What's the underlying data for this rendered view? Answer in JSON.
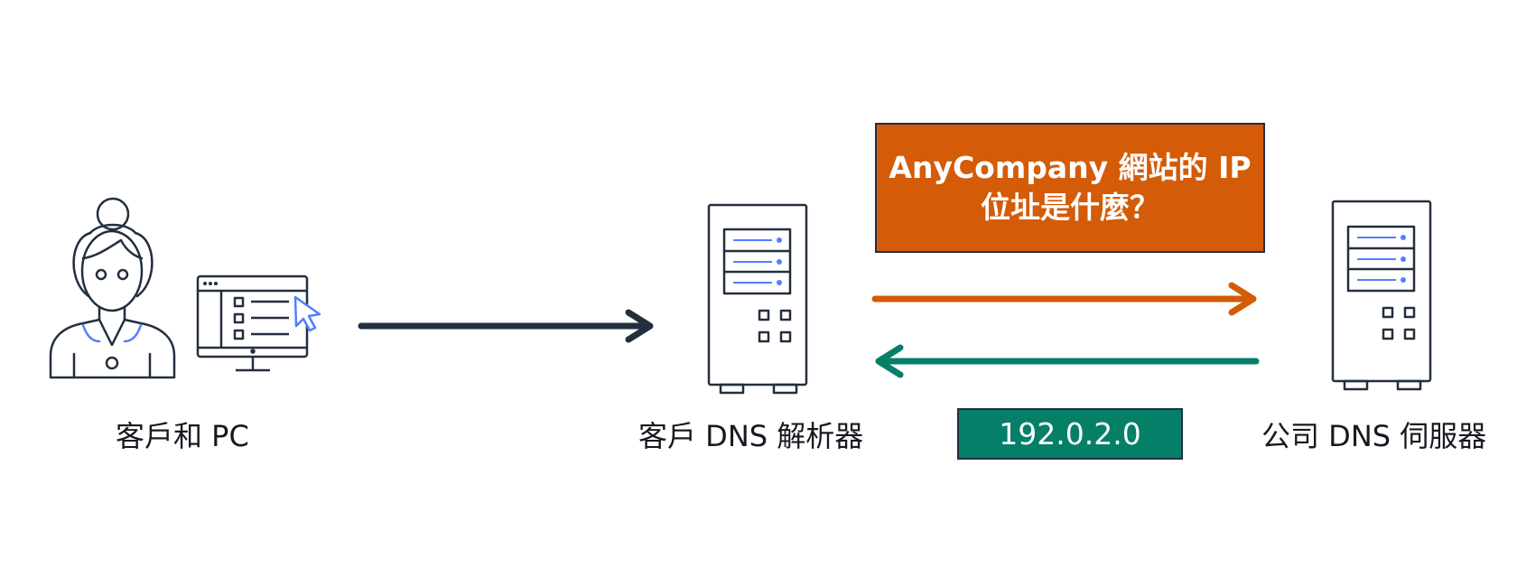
{
  "colors": {
    "dark": "#232f3e",
    "orange": "#d45b07",
    "teal": "#067f68",
    "accent_blue": "#527fff"
  },
  "nodes": {
    "customer": {
      "label": "客戶和 PC",
      "icons": [
        "person-icon",
        "monitor-icon",
        "cursor-icon"
      ]
    },
    "resolver": {
      "label": "客戶 DNS 解析器",
      "icon": "server-icon"
    },
    "company_server": {
      "label": "公司 DNS 伺服器",
      "icon": "server-icon"
    }
  },
  "query": {
    "line1": "AnyCompany 網站的 IP",
    "line2": "位址是什麼？"
  },
  "answer": {
    "ip": "192.0.2.0"
  },
  "arrows": [
    {
      "from": "customer",
      "to": "resolver",
      "color": "dark"
    },
    {
      "from": "resolver",
      "to": "company_server",
      "color": "orange"
    },
    {
      "from": "company_server",
      "to": "resolver",
      "color": "teal"
    }
  ]
}
